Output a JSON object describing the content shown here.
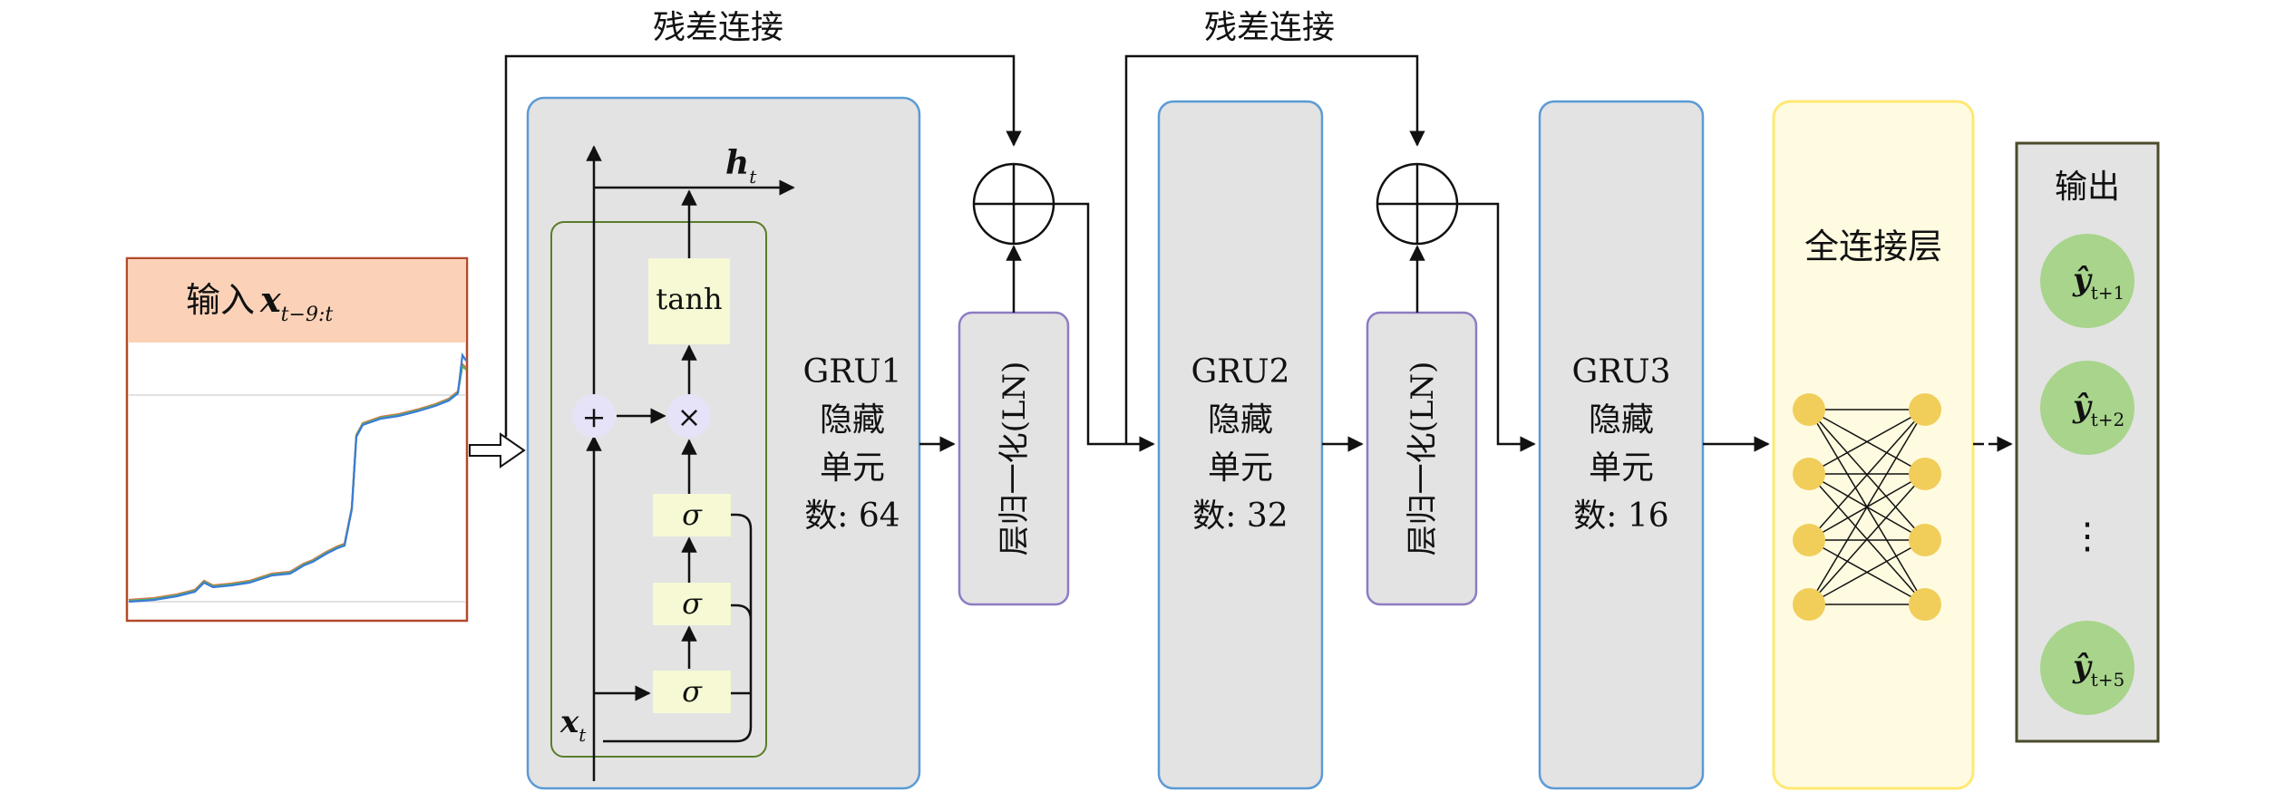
{
  "residual": {
    "label_1": "残差连接",
    "label_2": "残差连接"
  },
  "input": {
    "label_prefix": "输入",
    "label_var": "x",
    "label_sub": "t−9:t"
  },
  "gru1": {
    "line1": "GRU1",
    "line2": "隐藏",
    "line3": "单元",
    "line4": "数: 64"
  },
  "gru_cell": {
    "h_label": "h",
    "h_sub": "t",
    "x_label": "x",
    "x_sub": "t",
    "tanh": "tanh",
    "times": "×",
    "plus": "+",
    "sigma_1": "σ",
    "sigma_2": "σ",
    "sigma_3": "σ"
  },
  "ln1": {
    "label": "层归一化(LN)"
  },
  "gru2": {
    "line1": "GRU2",
    "line2": "隐藏",
    "line3": "单元",
    "line4": "数: 32"
  },
  "ln2": {
    "label": "层归一化(LN)"
  },
  "gru3": {
    "line1": "GRU3",
    "line2": "隐藏",
    "line3": "单元",
    "line4": "数: 16"
  },
  "fc": {
    "title": "全连接层"
  },
  "output": {
    "title": "输出",
    "items": [
      {
        "var": "ŷ",
        "sub": "t+1"
      },
      {
        "var": "ŷ",
        "sub": "t+2"
      },
      {
        "var": "ŷ",
        "sub": "t+5"
      }
    ],
    "ellipsis": "⋮"
  },
  "colors": {
    "gru_fill": "#e3e3e3",
    "gru_border": "#5b9bd5",
    "ln_border": "#8e7cc3",
    "cell_border": "#5a7d2a",
    "gate_fill": "#f6f9d4",
    "node_fill": "#e6e3f8",
    "input_header": "#fbd2b8",
    "input_border": "#b34a2a",
    "fc_fill": "#fffbe0",
    "fc_border": "#ffe873",
    "neuron": "#f1cd5a",
    "output_border": "#4b4b2a",
    "output_node": "#a8d48b",
    "series": [
      "#3a7bd5",
      "#e06c3f",
      "#58b368"
    ]
  }
}
